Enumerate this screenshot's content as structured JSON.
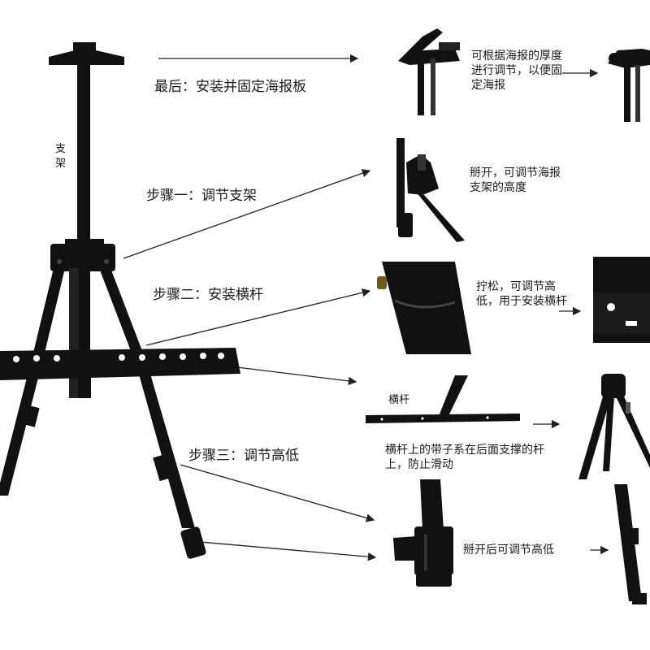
{
  "labels": {
    "zhijia": "支架",
    "final": "最后：安装并固定海报板",
    "step1": "步骤一：调节支架",
    "step2": "步骤二：安装横杆",
    "step3": "步骤三：调节高低"
  },
  "notes": {
    "thickness": "可根据海报的厚度进行调节，以便固定海报",
    "open_bracket": "掰开，可调节海报支架的高度",
    "loosen": "拧松，可调节高低，用于安装横杆",
    "crossbar_title": "横杆",
    "crossbar_note": "横杆上的带子系在后面支撑的杆上，防止滑动",
    "open_height": "掰开后可调节高低"
  },
  "colors": {
    "metal": "#111111",
    "arrow": "#222222",
    "background": "#ffffff"
  }
}
